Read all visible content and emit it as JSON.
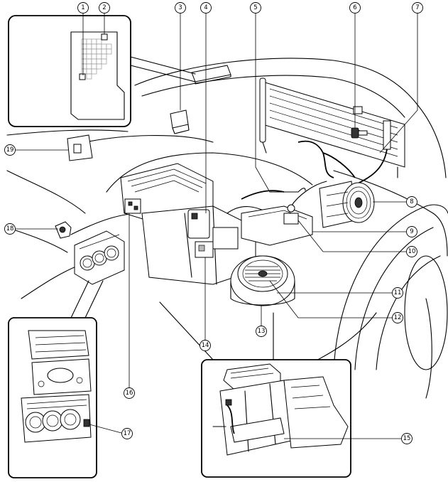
{
  "figure": {
    "background": "#ffffff",
    "line_color": "#000000"
  },
  "callouts": [
    {
      "id": "c1",
      "label": "1"
    },
    {
      "id": "c2",
      "label": "2"
    },
    {
      "id": "c3",
      "label": "3"
    },
    {
      "id": "c4",
      "label": "4"
    },
    {
      "id": "c5",
      "label": "5"
    },
    {
      "id": "c6",
      "label": "6"
    },
    {
      "id": "c7",
      "label": "7"
    },
    {
      "id": "c8",
      "label": "8"
    },
    {
      "id": "c9",
      "label": "9"
    },
    {
      "id": "c10",
      "label": "10"
    },
    {
      "id": "c11",
      "label": "11"
    },
    {
      "id": "c12",
      "label": "12"
    },
    {
      "id": "c13",
      "label": "13"
    },
    {
      "id": "c14",
      "label": "14"
    },
    {
      "id": "c15",
      "label": "15"
    },
    {
      "id": "c16",
      "label": "16"
    },
    {
      "id": "c17",
      "label": "17"
    },
    {
      "id": "c18",
      "label": "18"
    },
    {
      "id": "c19",
      "label": "19"
    }
  ]
}
